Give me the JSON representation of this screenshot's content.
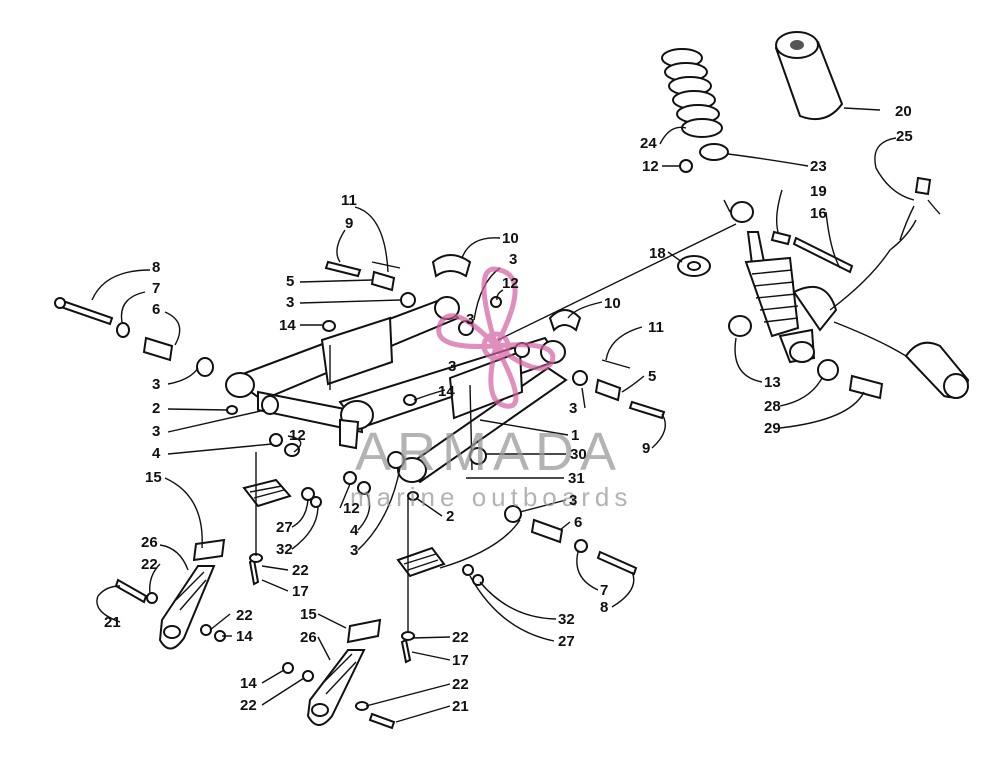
{
  "watermark": {
    "brand": "ARMADA",
    "tagline": "marine outboards",
    "logo_color": "#d45fa0"
  },
  "part_numbers": [
    "1",
    "2",
    "3",
    "4",
    "5",
    "6",
    "7",
    "8",
    "9",
    "10",
    "11",
    "12",
    "13",
    "14",
    "15",
    "16",
    "17",
    "19",
    "20",
    "21",
    "22",
    "23",
    "24",
    "25",
    "26",
    "27",
    "28",
    "29",
    "30",
    "31",
    "32",
    "18"
  ],
  "callout_labels": [
    {
      "key": "c01",
      "text": "11"
    },
    {
      "key": "c02",
      "text": "9"
    },
    {
      "key": "c03",
      "text": "10"
    },
    {
      "key": "c04",
      "text": "3"
    },
    {
      "key": "c05",
      "text": "12"
    },
    {
      "key": "c06",
      "text": "5"
    },
    {
      "key": "c07",
      "text": "3"
    },
    {
      "key": "c08",
      "text": "14"
    },
    {
      "key": "c09",
      "text": "8"
    },
    {
      "key": "c10",
      "text": "7"
    },
    {
      "key": "c11",
      "text": "6"
    },
    {
      "key": "c12",
      "text": "3"
    },
    {
      "key": "c13",
      "text": "2"
    },
    {
      "key": "c14",
      "text": "3"
    },
    {
      "key": "c15",
      "text": "4"
    },
    {
      "key": "c16",
      "text": "12"
    },
    {
      "key": "c17",
      "text": "15"
    },
    {
      "key": "c18",
      "text": "26"
    },
    {
      "key": "c19",
      "text": "22"
    },
    {
      "key": "c20",
      "text": "21"
    },
    {
      "key": "c21",
      "text": "22"
    },
    {
      "key": "c22",
      "text": "14"
    },
    {
      "key": "c23",
      "text": "27"
    },
    {
      "key": "c24",
      "text": "32"
    },
    {
      "key": "c25",
      "text": "22"
    },
    {
      "key": "c26",
      "text": "17"
    },
    {
      "key": "c27",
      "text": "10"
    },
    {
      "key": "c28",
      "text": "11"
    },
    {
      "key": "c29",
      "text": "3"
    },
    {
      "key": "c30",
      "text": "14"
    },
    {
      "key": "c31",
      "text": "5"
    },
    {
      "key": "c32",
      "text": "3"
    },
    {
      "key": "c33",
      "text": "1"
    },
    {
      "key": "c34",
      "text": "9"
    },
    {
      "key": "c35",
      "text": "30"
    },
    {
      "key": "c36",
      "text": "31"
    },
    {
      "key": "c37",
      "text": "3"
    },
    {
      "key": "c38",
      "text": "12"
    },
    {
      "key": "c39",
      "text": "2"
    },
    {
      "key": "c40",
      "text": "4"
    },
    {
      "key": "c41",
      "text": "3"
    },
    {
      "key": "c42",
      "text": "6"
    },
    {
      "key": "c43",
      "text": "7"
    },
    {
      "key": "c44",
      "text": "8"
    },
    {
      "key": "c45",
      "text": "32"
    },
    {
      "key": "c46",
      "text": "27"
    },
    {
      "key": "c47",
      "text": "15"
    },
    {
      "key": "c48",
      "text": "26"
    },
    {
      "key": "c49",
      "text": "22"
    },
    {
      "key": "c50",
      "text": "17"
    },
    {
      "key": "c51",
      "text": "14"
    },
    {
      "key": "c52",
      "text": "22"
    },
    {
      "key": "c53",
      "text": "22"
    },
    {
      "key": "c54",
      "text": "21"
    },
    {
      "key": "c55",
      "text": "20"
    },
    {
      "key": "c56",
      "text": "25"
    },
    {
      "key": "c57",
      "text": "24"
    },
    {
      "key": "c58",
      "text": "23"
    },
    {
      "key": "c59",
      "text": "12"
    },
    {
      "key": "c60",
      "text": "19"
    },
    {
      "key": "c61",
      "text": "16"
    },
    {
      "key": "c62",
      "text": "18"
    },
    {
      "key": "c63",
      "text": "13"
    },
    {
      "key": "c64",
      "text": "28"
    },
    {
      "key": "c65",
      "text": "29"
    },
    {
      "key": "c66",
      "text": "3"
    }
  ]
}
